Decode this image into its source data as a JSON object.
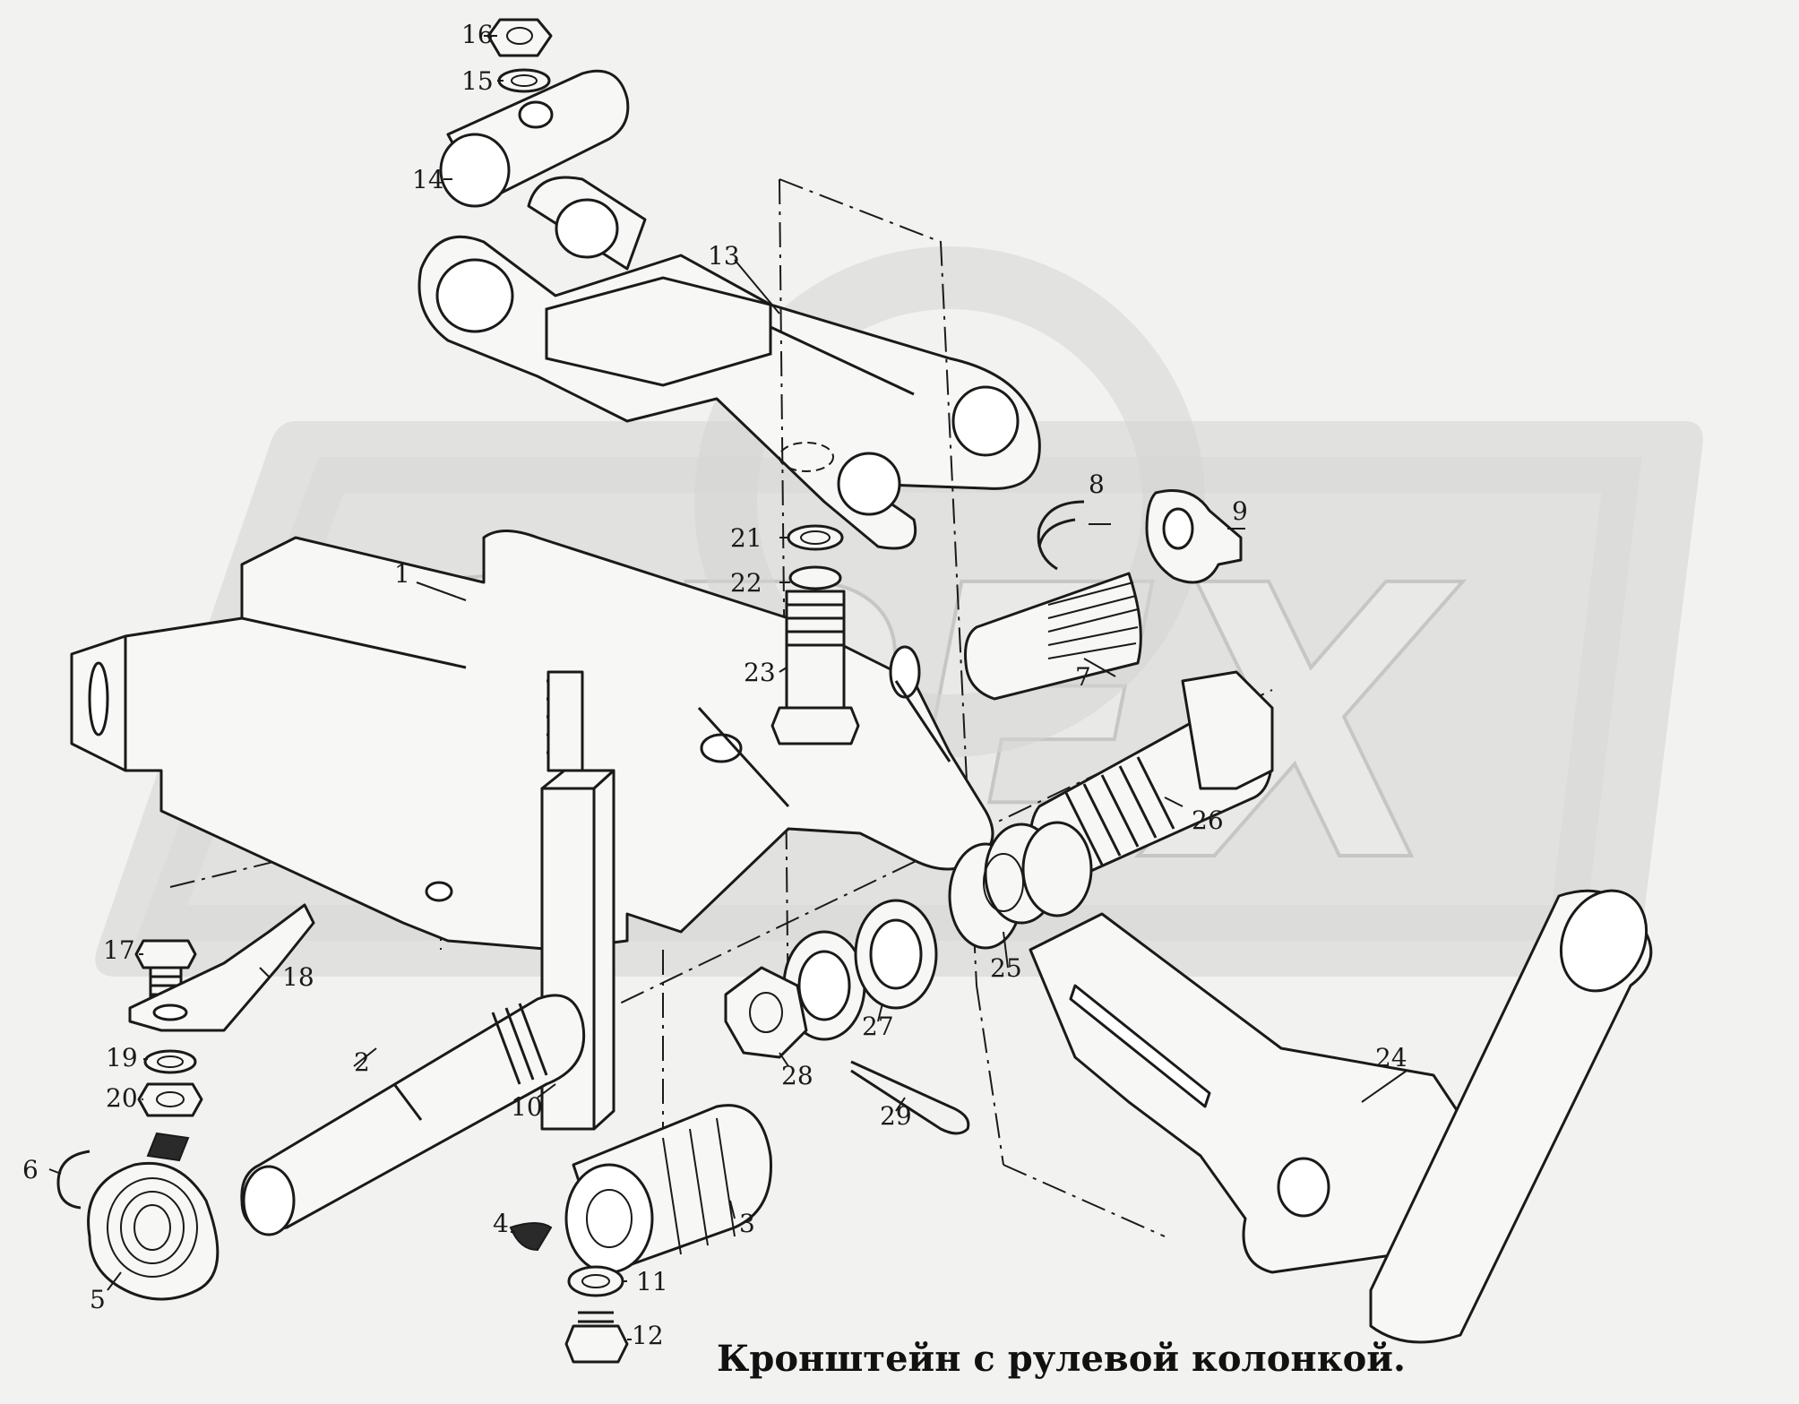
{
  "caption": "Кронштейн с рулевой колонкой.",
  "watermark": "ОРЕХ",
  "colors": {
    "background": "#f2f2f0",
    "ink": "#1a1a1a",
    "watermark": "#d4d4d2"
  },
  "labels": [
    {
      "id": "p1",
      "text": "1"
    },
    {
      "id": "p2",
      "text": "2"
    },
    {
      "id": "p3",
      "text": "3"
    },
    {
      "id": "p4",
      "text": "4"
    },
    {
      "id": "p5",
      "text": "5"
    },
    {
      "id": "p6",
      "text": "6"
    },
    {
      "id": "p7",
      "text": "7"
    },
    {
      "id": "p8",
      "text": "8"
    },
    {
      "id": "p9",
      "text": "9"
    },
    {
      "id": "p10",
      "text": "10"
    },
    {
      "id": "p11",
      "text": "11"
    },
    {
      "id": "p12",
      "text": "12"
    },
    {
      "id": "p13",
      "text": "13"
    },
    {
      "id": "p14",
      "text": "14"
    },
    {
      "id": "p15",
      "text": "15"
    },
    {
      "id": "p16",
      "text": "16"
    },
    {
      "id": "p17",
      "text": "17"
    },
    {
      "id": "p18",
      "text": "18"
    },
    {
      "id": "p19",
      "text": "19"
    },
    {
      "id": "p20",
      "text": "20"
    },
    {
      "id": "p21",
      "text": "21"
    },
    {
      "id": "p22",
      "text": "22"
    },
    {
      "id": "p23",
      "text": "23"
    },
    {
      "id": "p24",
      "text": "24"
    },
    {
      "id": "p25",
      "text": "25"
    },
    {
      "id": "p26",
      "text": "26"
    },
    {
      "id": "p27",
      "text": "27"
    },
    {
      "id": "p28",
      "text": "28"
    },
    {
      "id": "p29",
      "text": "29"
    }
  ]
}
